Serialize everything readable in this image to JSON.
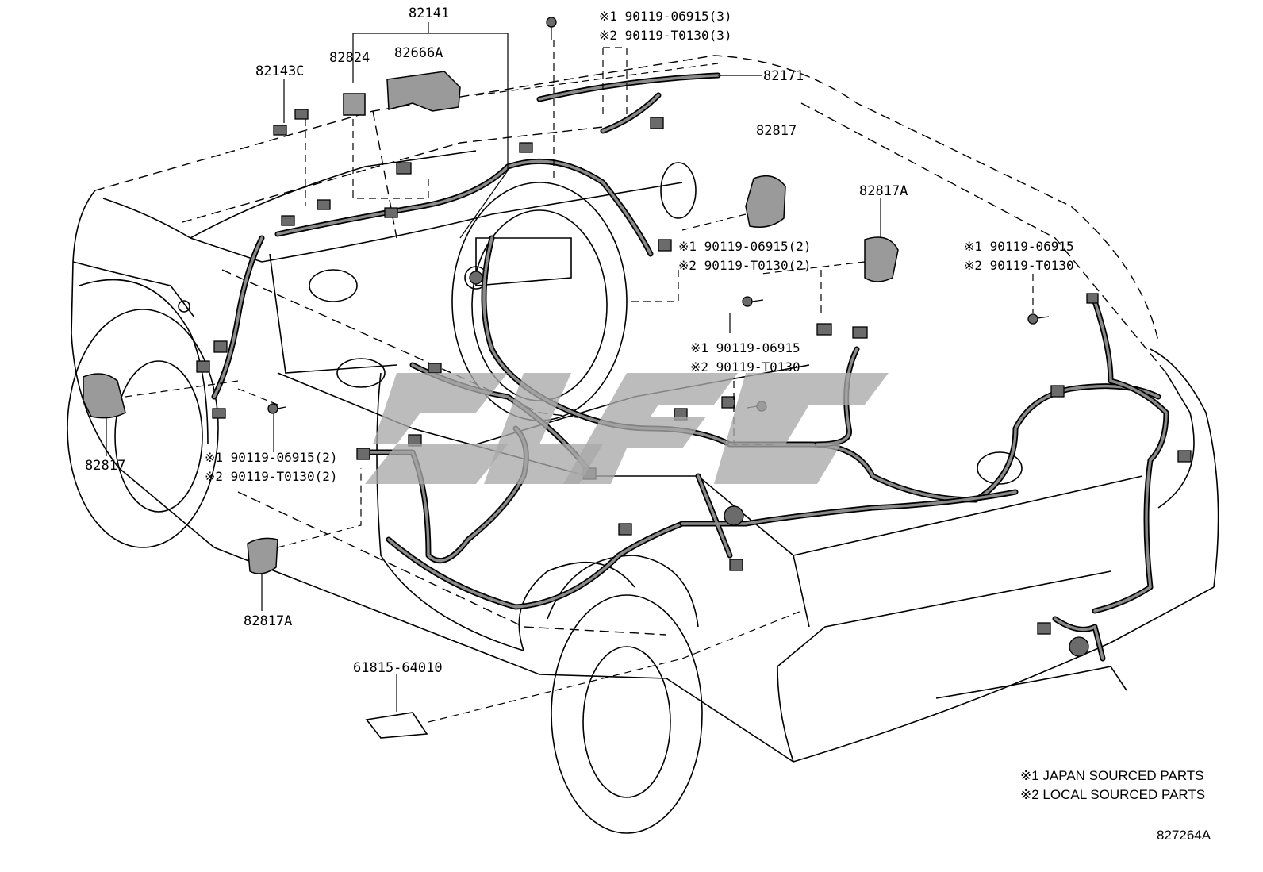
{
  "labels": {
    "p82141": "82141",
    "p82824": "82824",
    "p82666A": "82666A",
    "p82143C": "82143C",
    "p82171": "82171",
    "p82817_top": "82817",
    "p82817A_top": "82817A",
    "p82817_left": "82817",
    "p82817A_bottom": "82817A",
    "p61815": "61815-64010"
  },
  "bolts": {
    "top_line1": "※1 90119-06915(3)",
    "top_line2": "※2 90119-T0130(3)",
    "mid_line1": "※1 90119-06915(2)",
    "mid_line2": "※2 90119-T0130(2)",
    "right_line1": "※1 90119-06915",
    "right_line2": "※2 90119-T0130",
    "center_line1": "※1 90119-06915",
    "center_line2": "※2 90119-T0130",
    "left_line1": "※1 90119-06915(2)",
    "left_line2": "※2 90119-T0130(2)"
  },
  "legend": {
    "line1": "※1 JAPAN SOURCED PARTS",
    "line2": "※2 LOCAL SOURCED PARTS"
  },
  "diagram_id": "827264A"
}
